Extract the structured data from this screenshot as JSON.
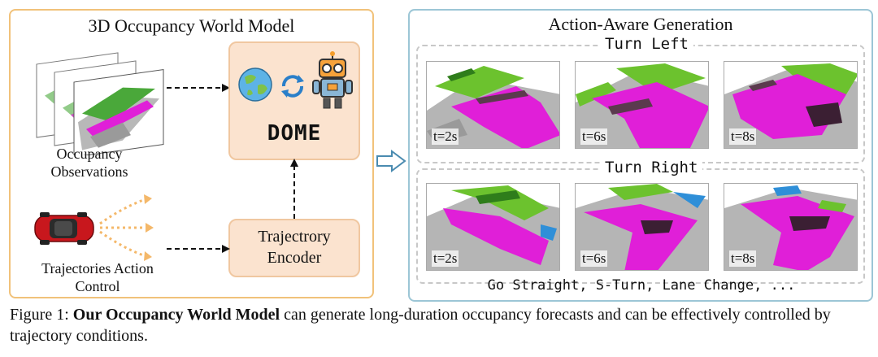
{
  "left": {
    "title": "3D Occupancy World Model",
    "obs_label_1": "Occupancy",
    "obs_label_2": "Observations",
    "traj_label_1": "Trajectories Action",
    "traj_label_2": "Control",
    "dome_label": "DOME",
    "encoder_label_1": "Trajectrory",
    "encoder_label_2": "Encoder"
  },
  "right": {
    "title": "Action-Aware Generation",
    "turn_left": "Turn Left",
    "turn_right": "Turn Right",
    "t1": "t=2s",
    "t2": "t=6s",
    "t3": "t=8s",
    "bottom": "Go Straight, S-Turn, Lane Change, ..."
  },
  "caption": {
    "prefix": "Figure 1: ",
    "bold": "Our Occupancy World Model",
    "rest": " can generate long-duration occupancy forecasts and can be effectively controlled by trajectory conditions."
  },
  "colors": {
    "left_border": "#f1c27a",
    "right_border": "#9cc6d6",
    "box_fill": "#fbe3cf",
    "road": "#e01fd8",
    "vegetation": "#6cc22e",
    "terrain": "#a0a0a0"
  },
  "icons": [
    "earth-icon",
    "cycle-arrows-icon",
    "robot-icon",
    "car-icon",
    "dotted-arrow-icon",
    "hollow-arrow-icon"
  ]
}
